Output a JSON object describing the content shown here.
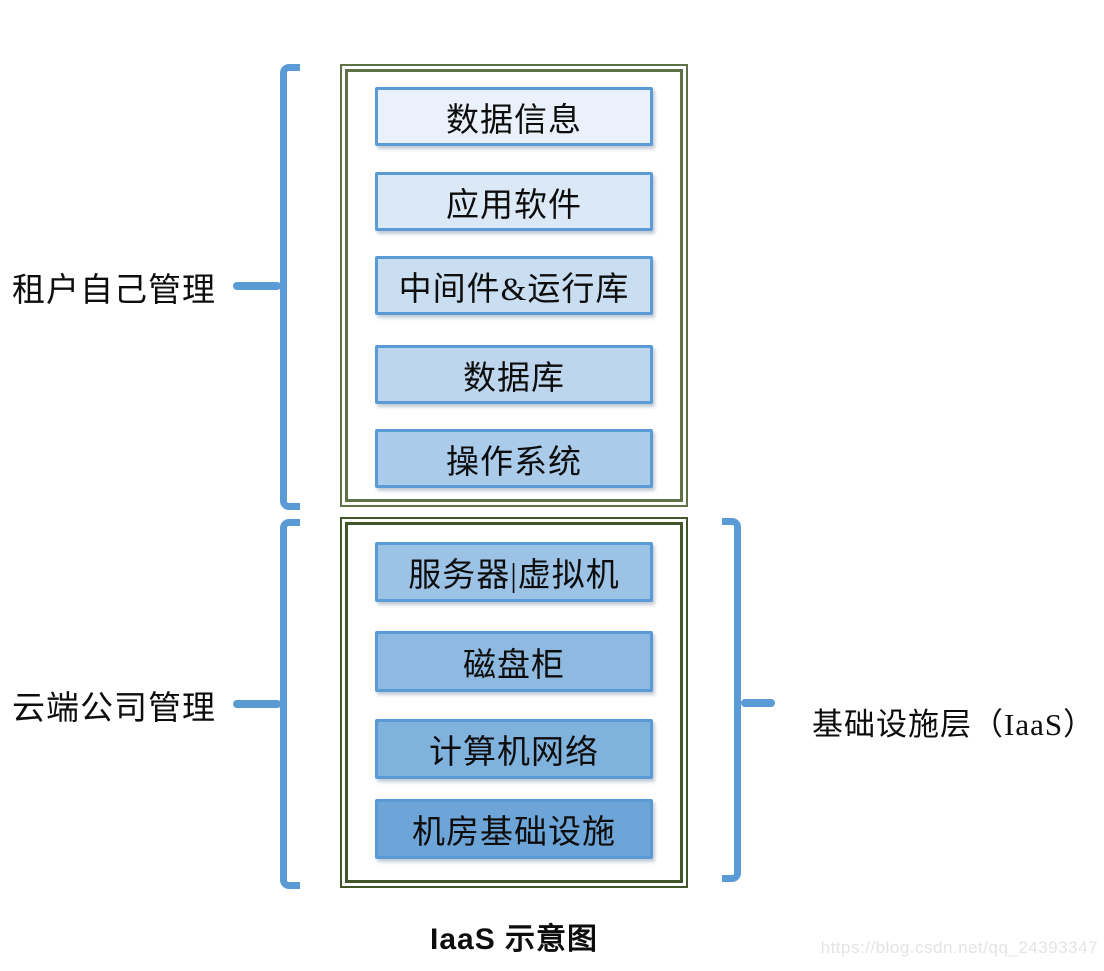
{
  "diagram": {
    "caption": "IaaS 示意图",
    "watermark": "https://blog.csdn.net/qq_24393347",
    "colors": {
      "box_border": "#5b9bd5",
      "bracket": "#5b9bd5",
      "tenant_group_border": "#5e7247",
      "cloud_group_border": "#41562a",
      "text": "#0d0d0d",
      "watermark": "#e4e4e6"
    },
    "left_labels": {
      "tenant": "租户自己管理",
      "cloud": "云端公司管理"
    },
    "right_label": "基础设施层（IaaS）",
    "tenant_group": {
      "boxes": [
        {
          "label": "数据信息",
          "fill": "#eaf1fb"
        },
        {
          "label": "应用软件",
          "fill": "#dbe8f6"
        },
        {
          "label": "中间件&运行库",
          "fill": "#cadef2"
        },
        {
          "label": "数据库",
          "fill": "#bdd6ee"
        },
        {
          "label": "操作系统",
          "fill": "#aacbe9"
        }
      ]
    },
    "cloud_group": {
      "boxes": [
        {
          "label": "服务器|虚拟机",
          "fill": "#9cc2e5"
        },
        {
          "label": "磁盘柜",
          "fill": "#8ebae1"
        },
        {
          "label": "计算机网络",
          "fill": "#80b2de"
        },
        {
          "label": "机房基础设施",
          "fill": "#6ea5d8"
        }
      ]
    }
  }
}
